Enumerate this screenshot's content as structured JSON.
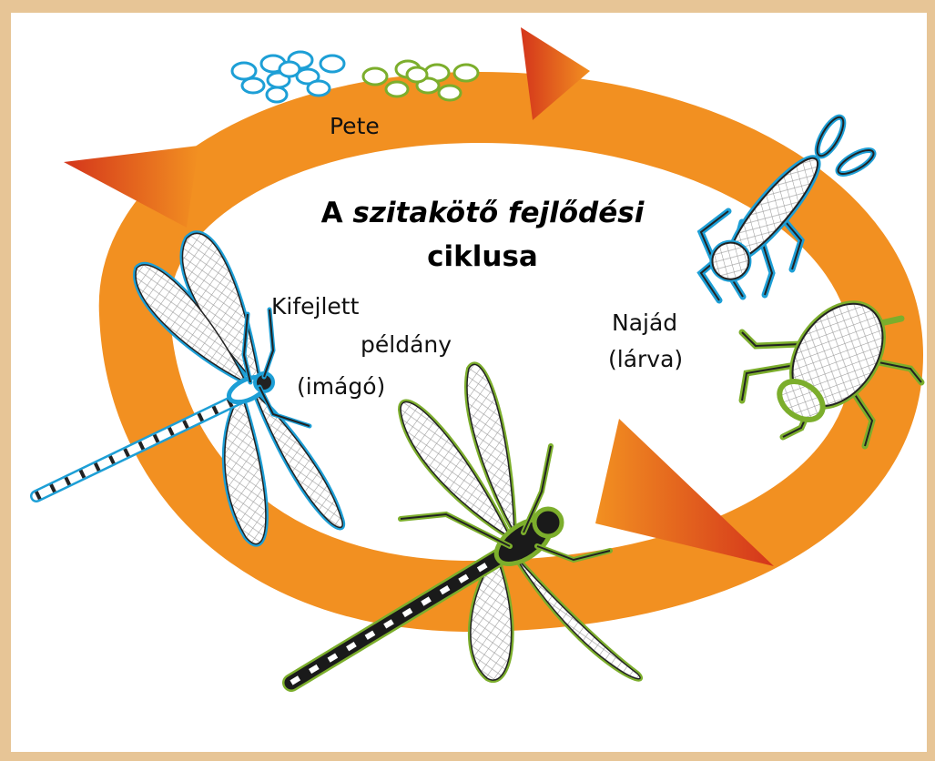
{
  "title": {
    "line1_prefix": "A ",
    "line1_rest": "szitakötő fejlődési",
    "line2": "ciklusa"
  },
  "stages": {
    "egg": "Pete",
    "larva_line1": "Najád",
    "larva_line2": "(lárva)",
    "adult_line1": "Kifejlett",
    "adult_line2": "példány",
    "adult_line3": "(imágó)"
  },
  "colors": {
    "background": "#e7c596",
    "panel": "#ffffff",
    "cycle_arrow": "#f29021",
    "arrow_head_dark": "#d7351a",
    "blue_specimen_outline": "#1d9fd6",
    "green_specimen_outline": "#7cae2c"
  },
  "icons": [
    "egg-cluster-icon",
    "larva-icon",
    "adult-dragonfly-icon"
  ]
}
